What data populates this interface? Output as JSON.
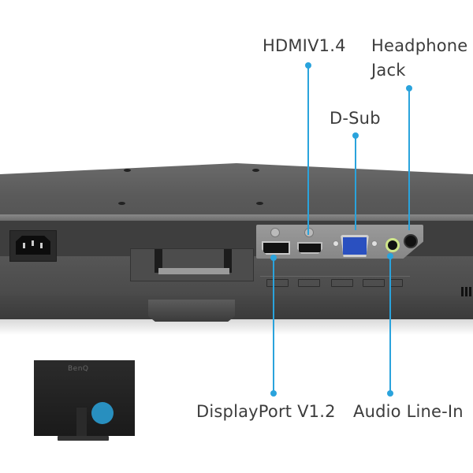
{
  "figure": {
    "subject": "monitor rear I/O ports",
    "accent_color": "#2aa3dc",
    "text_color": "#3c3c3c"
  },
  "callouts": {
    "hdmi": {
      "label": "HDMIV1.4"
    },
    "headphone": {
      "label_line1": "Headphone",
      "label_line2": "Jack"
    },
    "dsub": {
      "label": "D-Sub"
    },
    "displayport": {
      "label": "DisplayPort  V1.2"
    },
    "audio_in": {
      "label": "Audio Line-In"
    }
  },
  "thumbnail": {
    "brand": "BenQ"
  }
}
